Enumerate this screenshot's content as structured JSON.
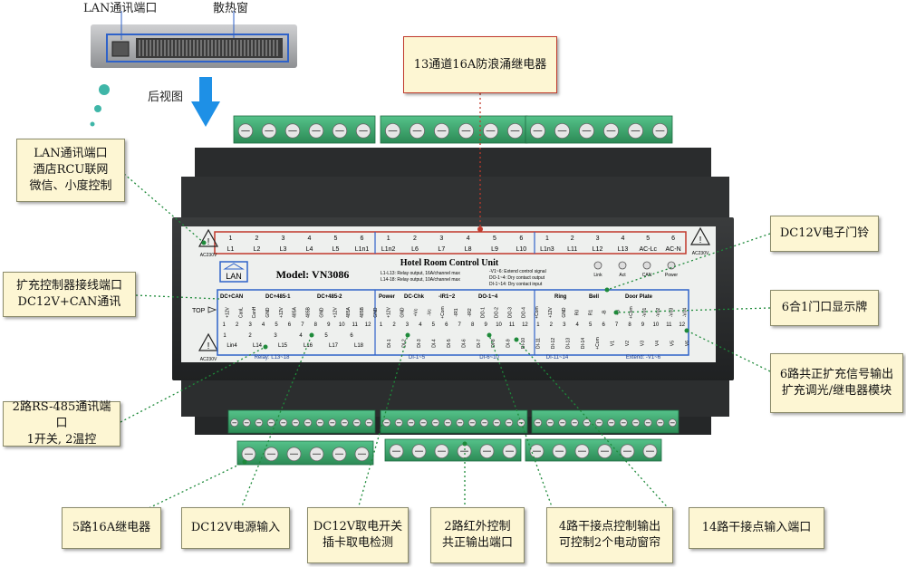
{
  "rear_view": {
    "lan_port_label": "LAN通讯端口",
    "vent_label": "散热窗",
    "rear_view_label": "后视图"
  },
  "callouts": {
    "relay13": "13通道16A防浪涌继电器",
    "lan": "LAN通讯端口\n酒店RCU联网\n微信、小度控制",
    "ext_port": "扩充控制器接线端口\nDC12V+CAN通讯",
    "rs485": "2路RS-485通讯端口\n1开关, 2温控",
    "relay5": "5路16A继电器",
    "dc12_power": "DC12V电源输入",
    "card_switch": "DC12V取电开关\n插卡取电检测",
    "ir": "2路红外控制\n共正输出端口",
    "dry4": "4路干接点控制输出\n可控制2个电动窗帘",
    "dry14": "14路干接点输入端口",
    "doorbell": "DC12V电子门铃",
    "door_display": "6合1门口显示牌",
    "dimming": "6路共正扩充信号输出\n扩充调光/继电器模块"
  },
  "device": {
    "title": "Hotel Room Control Unit",
    "model": "Model: VN3086",
    "lan_badge": "LAN",
    "top_marker": "TOP",
    "warn_left_top": "AC230V",
    "warn_left_bottom": "AC230V",
    "warn_right": "AC230V",
    "legend_left": [
      "L1-L13: Relay output, 16A/channel max",
      "L14-18: Relay output, 10A/channel max"
    ],
    "legend_right": [
      "-V1~6: Extend control signal",
      "DO-1~4: Dry contact output",
      "DI-1~14: Dry contact input"
    ],
    "leds": [
      "Link",
      "Act",
      "CAN",
      "Power"
    ],
    "top_row": {
      "numbers": [
        "1",
        "2",
        "3",
        "4",
        "5",
        "6",
        "1",
        "2",
        "3",
        "4",
        "5",
        "6",
        "1",
        "2",
        "3",
        "4",
        "5",
        "6"
      ],
      "labels": [
        "L1",
        "L2",
        "L3",
        "L4",
        "L5",
        "L1n1",
        "L1n2",
        "L6",
        "L7",
        "L8",
        "L9",
        "L10",
        "L1n3",
        "L11",
        "L12",
        "L13",
        "AC-Lc",
        "AC-N"
      ]
    },
    "mid_groups": [
      "DC+CAN",
      "DC+485-1",
      "DC+485-2",
      "Power",
      "DC-Chk",
      "-IR1~2",
      "DO-1~4",
      "Ring",
      "Bell",
      "Door Plate"
    ],
    "mid_pins": [
      "+12V",
      "CanL",
      "CanH",
      "GND",
      "+12V",
      "485A",
      "485B",
      "GND",
      "+12V",
      "485A",
      "485B",
      "GND",
      "+12V",
      "GND",
      "+Vc",
      "-Vc",
      "+Com",
      "-IR1",
      "-IR2",
      "DO-1",
      "DO-2",
      "DO-3",
      "DO-4",
      "+Com",
      "+12V",
      "GND",
      "R0",
      "R1",
      "-B",
      "+B",
      "+Com",
      "-V01",
      "-V02",
      "-V03",
      "-V04"
    ],
    "mid_nums": [
      "1",
      "2",
      "3",
      "4",
      "5",
      "6",
      "7",
      "8",
      "9",
      "10",
      "11",
      "12",
      "1",
      "2",
      "3",
      "4",
      "5",
      "6",
      "7",
      "8",
      "9",
      "10",
      "11",
      "12",
      "1",
      "2",
      "3",
      "4",
      "5",
      "6",
      "7",
      "8",
      "9",
      "10",
      "11",
      "12"
    ],
    "bottom_nums": [
      "1",
      "2",
      "3",
      "4",
      "5",
      "6",
      "1",
      "2",
      "3",
      "4",
      "5",
      "6",
      "7",
      "8",
      "9",
      "10",
      "11",
      "12"
    ],
    "bottom_relays": [
      "Lin4",
      "L14",
      "L15",
      "L16",
      "L17",
      "L18"
    ],
    "bottom_di": [
      "DI-1",
      "DI-2",
      "DI-3",
      "DI-4",
      "DI-5",
      "DI-6",
      "DI-7",
      "DI-8",
      "DI-9",
      "DI-10",
      "DI-11",
      "DI-12",
      "DI-13",
      "DI-14",
      "+Com",
      "V1",
      "V2",
      "V3",
      "V4",
      "V5",
      "V6"
    ],
    "bottom_group_labels": [
      "Relay: L13~18",
      "DI-1~5",
      "DI-6~10",
      "DI-11~14",
      "Extend: -V1~6"
    ]
  },
  "colors": {
    "device_body": "#2b2d2e",
    "label_panel": "#eef0ee",
    "blue_frame": "#2f62c9",
    "red_frame": "#c0392b",
    "terminal_green": "#3aa36a",
    "callout_bg": "#fdf6d3",
    "arrow_blue": "#1e90e6",
    "dot_teal": "#3fb6a8"
  }
}
